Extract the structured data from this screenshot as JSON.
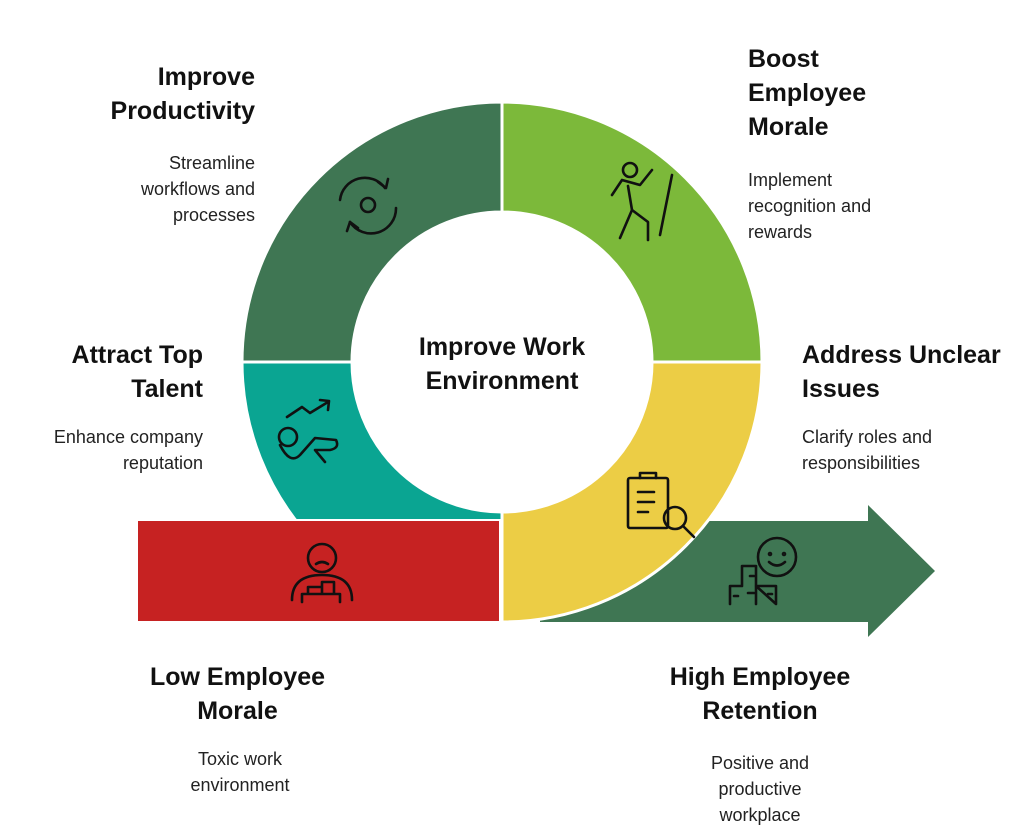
{
  "center": {
    "title": "Improve Work Environment"
  },
  "colors": {
    "productivity": "#3f7653",
    "morale": "#7cb93a",
    "issues": "#eccd45",
    "talent": "#0aa592",
    "low": "#c62222",
    "retention": "#3f7653"
  },
  "stages": [
    {
      "title": "Improve Productivity",
      "desc": "Streamline workflows and processes",
      "icon": "gear-cycle-icon"
    },
    {
      "title": "Boost Employee Morale",
      "desc": "Implement recognition and rewards",
      "icon": "climbing-person-icon"
    },
    {
      "title": "Address Unclear Issues",
      "desc": "Clarify roles and responsibilities",
      "icon": "clipboard-search-icon"
    },
    {
      "title": "Attract Top Talent",
      "desc": "Enhance company reputation",
      "icon": "growth-person-icon"
    }
  ],
  "start": {
    "title": "Low Employee Morale",
    "desc": "Toxic work environment",
    "icon": "sad-person-icon"
  },
  "end": {
    "title": "High Employee Retention",
    "desc": "Positive and productive workplace",
    "icon": "happy-building-icon"
  }
}
